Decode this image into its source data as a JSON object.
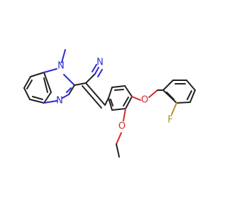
{
  "molecule": {
    "atoms": {
      "n_methyl": {
        "symbol": "N",
        "color": "#2b2bd6"
      },
      "n_imine": {
        "symbol": "N",
        "color": "#2b2bd6"
      },
      "n_nitrile": {
        "symbol": "N",
        "color": "#2b2bd6"
      },
      "o_benzyloxy": {
        "symbol": "O",
        "color": "#d42a2a"
      },
      "o_ethoxy": {
        "symbol": "O",
        "color": "#d42a2a"
      },
      "f": {
        "symbol": "F",
        "color": "#b3901f"
      }
    }
  }
}
